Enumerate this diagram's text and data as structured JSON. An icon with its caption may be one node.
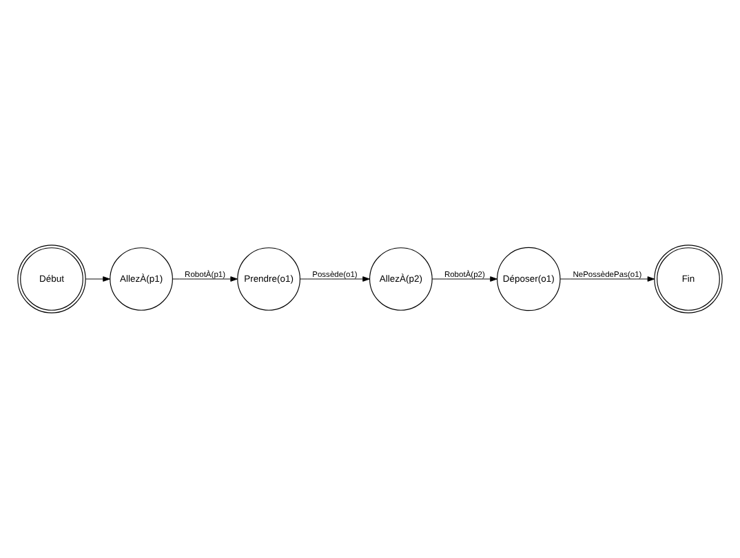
{
  "diagram": {
    "nodes": [
      {
        "text": [
          "Début"
        ]
      },
      {
        "text": [
          "AllezÀ(p1)"
        ]
      },
      {
        "text": [
          "Prendre(o1)"
        ]
      },
      {
        "text": [
          "AllezÀ(p2)"
        ]
      },
      {
        "text": [
          "Déposer(o1)"
        ]
      },
      {
        "text": [
          "Fin"
        ]
      }
    ],
    "edges": [
      {
        "from": 0,
        "to": 1,
        "arrow": "to"
      },
      {
        "from": 1,
        "to": 2,
        "arrow": "to",
        "label": "RobotÀ(p1)"
      },
      {
        "from": 2,
        "to": 3,
        "arrow": "to",
        "label": "Possède(o1)"
      },
      {
        "from": 3,
        "to": 4,
        "arrow": "to",
        "label": "RobotÀ(p2)"
      },
      {
        "from": 4,
        "to": 5,
        "arrow": "to",
        "label": "NePossèdePas(o1)"
      }
    ]
  }
}
